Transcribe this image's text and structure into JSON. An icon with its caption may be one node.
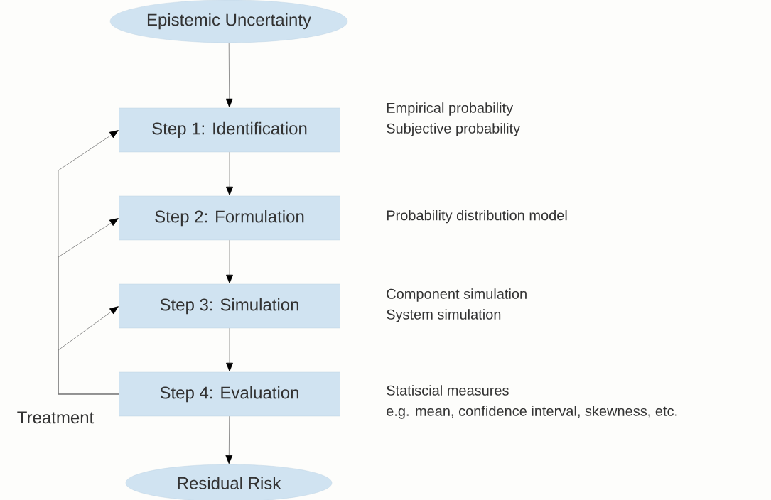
{
  "diagram": {
    "nodes": [
      {
        "text": [
          "Epistemic Uncertainty"
        ]
      },
      {
        "text": [
          "Step 1: Identification"
        ],
        "beside": [
          "Empirical probability",
          "Subjective probability"
        ]
      },
      {
        "text": [
          "Step 2: Formulation"
        ],
        "beside": [
          "Probability distribution model"
        ]
      },
      {
        "text": [
          "Step 3: Simulation"
        ],
        "beside": [
          "Component simulation",
          "System simulation"
        ]
      },
      {
        "text": [
          "Step 4: Evaluation"
        ],
        "beside": [
          "Statiscial measures",
          "e.g. mean, confidence interval, skewness, etc."
        ]
      },
      {
        "text": [
          "Residual Risk"
        ]
      }
    ],
    "edges": [
      {
        "from": 0,
        "to": 1,
        "arrow": "to"
      },
      {
        "from": 1,
        "to": 2,
        "arrow": "to"
      },
      {
        "from": 2,
        "to": 3,
        "arrow": "to"
      },
      {
        "from": 3,
        "to": 4,
        "arrow": "to"
      },
      {
        "from": 4,
        "to": 5,
        "arrow": "to"
      },
      {
        "from": 4,
        "to": 1,
        "arrow": "to"
      },
      {
        "from": 4,
        "to": 2,
        "arrow": "to"
      },
      {
        "from": 4,
        "to": 3,
        "arrow": "to"
      }
    ],
    "labels": [
      "Treatment"
    ]
  }
}
